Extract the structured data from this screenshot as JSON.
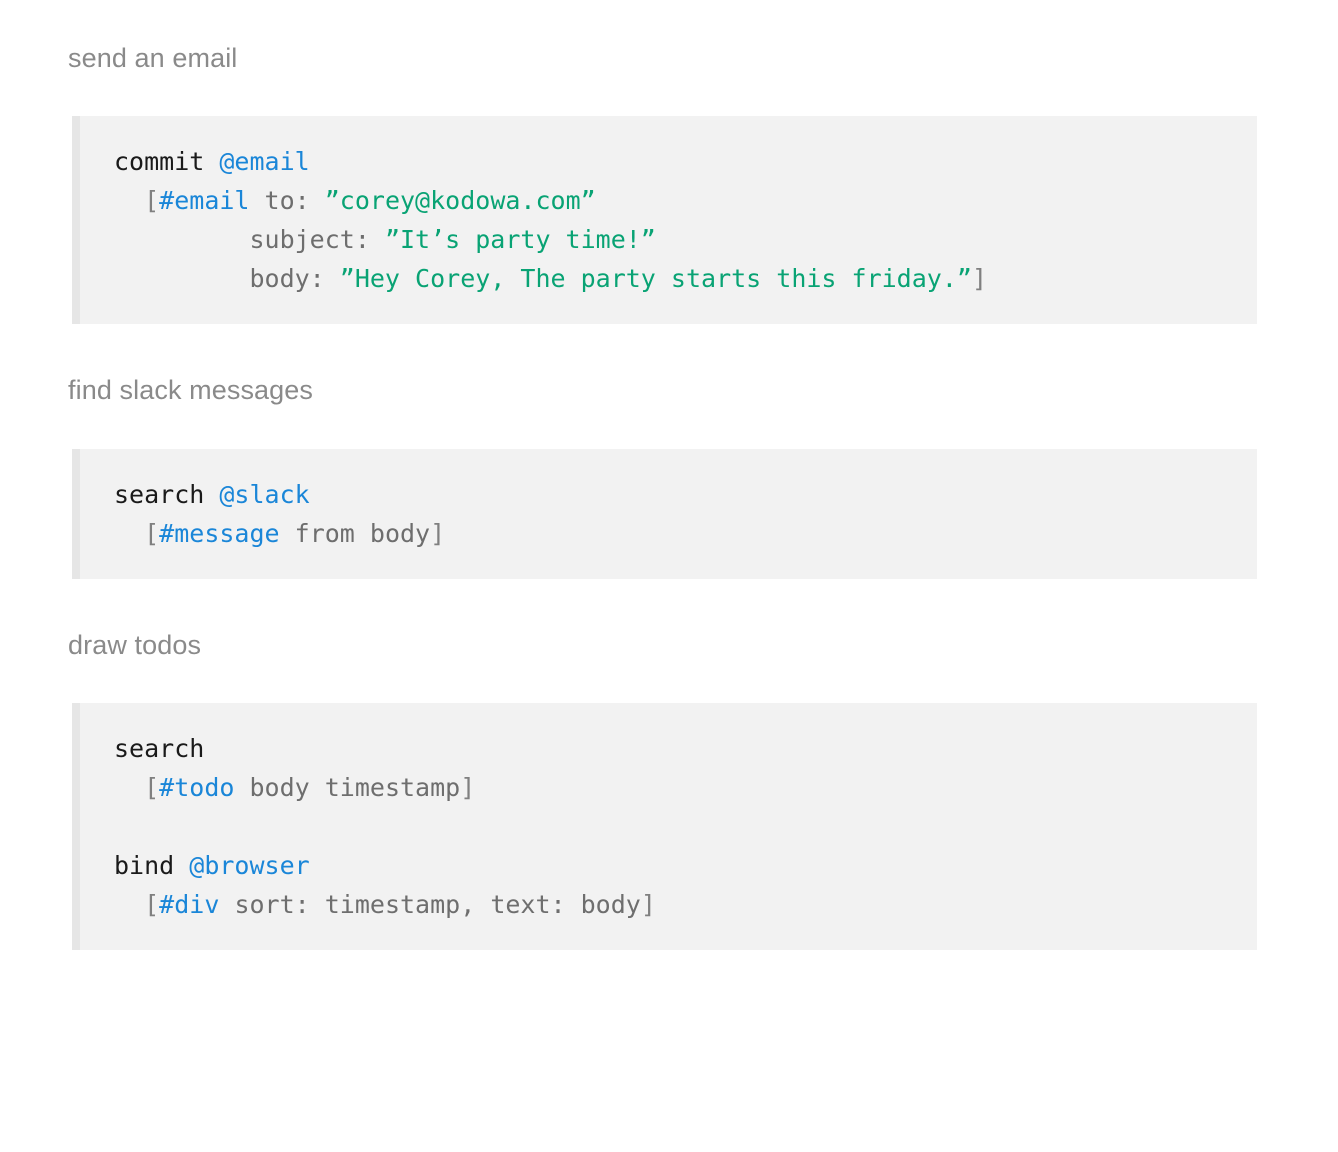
{
  "page": {
    "background_color": "#ffffff",
    "code_block_background": "#f2f2f2",
    "code_block_border_color": "#e6e6e6",
    "heading_color": "#8a8a8a",
    "colors": {
      "keyword": "#1a1a1a",
      "tag": "#1a86d8",
      "punctuation": "#808080",
      "field": "#6e6e6e",
      "string": "#09a374"
    }
  },
  "sections": [
    {
      "heading": "send an email",
      "code": {
        "lines": [
          {
            "tokens": [
              {
                "text": "commit ",
                "type": "keyword"
              },
              {
                "text": "@email",
                "type": "tag"
              }
            ]
          },
          {
            "tokens": [
              {
                "text": "  ",
                "type": "field"
              },
              {
                "text": "[",
                "type": "punct"
              },
              {
                "text": "#email",
                "type": "tag"
              },
              {
                "text": " to: ",
                "type": "field"
              },
              {
                "text": "”corey@kodowa.com”",
                "type": "string"
              }
            ]
          },
          {
            "tokens": [
              {
                "text": "         subject: ",
                "type": "field"
              },
              {
                "text": "”It’s party time!”",
                "type": "string"
              }
            ]
          },
          {
            "tokens": [
              {
                "text": "         body: ",
                "type": "field"
              },
              {
                "text": "”Hey Corey, The party starts this friday.”",
                "type": "string"
              },
              {
                "text": "]",
                "type": "punct"
              }
            ]
          }
        ]
      }
    },
    {
      "heading": "find slack messages",
      "code": {
        "lines": [
          {
            "tokens": [
              {
                "text": "search ",
                "type": "keyword"
              },
              {
                "text": "@slack",
                "type": "tag"
              }
            ]
          },
          {
            "tokens": [
              {
                "text": "  ",
                "type": "field"
              },
              {
                "text": "[",
                "type": "punct"
              },
              {
                "text": "#message",
                "type": "tag"
              },
              {
                "text": " from body",
                "type": "field"
              },
              {
                "text": "]",
                "type": "punct"
              }
            ]
          }
        ]
      }
    },
    {
      "heading": "draw todos",
      "code": {
        "lines": [
          {
            "tokens": [
              {
                "text": "search",
                "type": "keyword"
              }
            ]
          },
          {
            "tokens": [
              {
                "text": "  ",
                "type": "field"
              },
              {
                "text": "[",
                "type": "punct"
              },
              {
                "text": "#todo",
                "type": "tag"
              },
              {
                "text": " body timestamp",
                "type": "field"
              },
              {
                "text": "]",
                "type": "punct"
              }
            ]
          },
          {
            "blank": true,
            "tokens": []
          },
          {
            "tokens": [
              {
                "text": "bind ",
                "type": "keyword"
              },
              {
                "text": "@browser",
                "type": "tag"
              }
            ]
          },
          {
            "tokens": [
              {
                "text": "  ",
                "type": "field"
              },
              {
                "text": "[",
                "type": "punct"
              },
              {
                "text": "#div",
                "type": "tag"
              },
              {
                "text": " sort: timestamp, text: body",
                "type": "field"
              },
              {
                "text": "]",
                "type": "punct"
              }
            ]
          }
        ]
      }
    }
  ]
}
